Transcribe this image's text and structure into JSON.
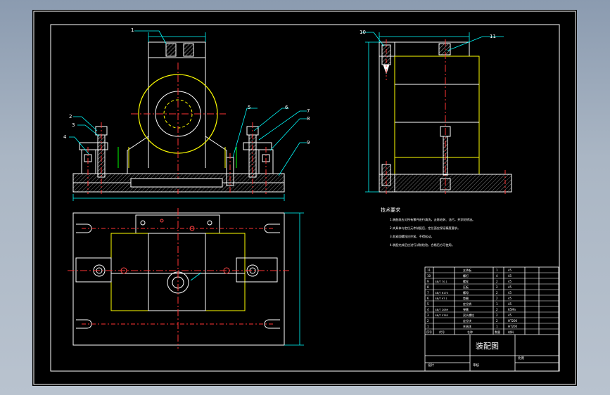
{
  "drawing": {
    "title": "装配图",
    "balloons": [
      "1",
      "2",
      "3",
      "4",
      "5",
      "6",
      "7",
      "8",
      "9",
      "10",
      "11"
    ],
    "notes_title": "技术要求",
    "notes_lines": [
      "1.装配前应对所有零件进行清洗，去除毛刺、油污，并涂防锈油。",
      "2.夹具体与定位元件装配后，定位面应保证精度要求。",
      "3.各紧固螺栓应拧紧，不得松动。",
      "4.装配完成后应进行试装检验，合格后方可使用。"
    ],
    "title_block": {
      "rows": [
        {
          "no": "11",
          "code": "",
          "name": "支承板",
          "qty": "1",
          "mat": "45"
        },
        {
          "no": "10",
          "code": "",
          "name": "螺钉",
          "qty": "4",
          "mat": "45"
        },
        {
          "no": "9",
          "code": "GB/T 70.1",
          "name": "螺栓",
          "qty": "2",
          "mat": "45"
        },
        {
          "no": "8",
          "code": "",
          "name": "压板",
          "qty": "2",
          "mat": "45"
        },
        {
          "no": "7",
          "code": "GB/T 6170",
          "name": "螺母",
          "qty": "2",
          "mat": "45"
        },
        {
          "no": "6",
          "code": "GB/T 97.1",
          "name": "垫圈",
          "qty": "2",
          "mat": "45"
        },
        {
          "no": "5",
          "code": "",
          "name": "定位销",
          "qty": "1",
          "mat": "45"
        },
        {
          "no": "4",
          "code": "GB/T 2089",
          "name": "弹簧",
          "qty": "2",
          "mat": "65Mn"
        },
        {
          "no": "3",
          "code": "GB/T 5783",
          "name": "双头螺柱",
          "qty": "2",
          "mat": "45"
        },
        {
          "no": "2",
          "code": "",
          "name": "定位块",
          "qty": "2",
          "mat": "HT200"
        },
        {
          "no": "1",
          "code": "",
          "name": "夹具体",
          "qty": "1",
          "mat": "HT200"
        }
      ],
      "header": {
        "no": "序号",
        "code": "代号",
        "name": "名称",
        "qty": "数量",
        "mat": "材料"
      },
      "designer": "设计",
      "check": "审核",
      "scale": "比例"
    }
  }
}
